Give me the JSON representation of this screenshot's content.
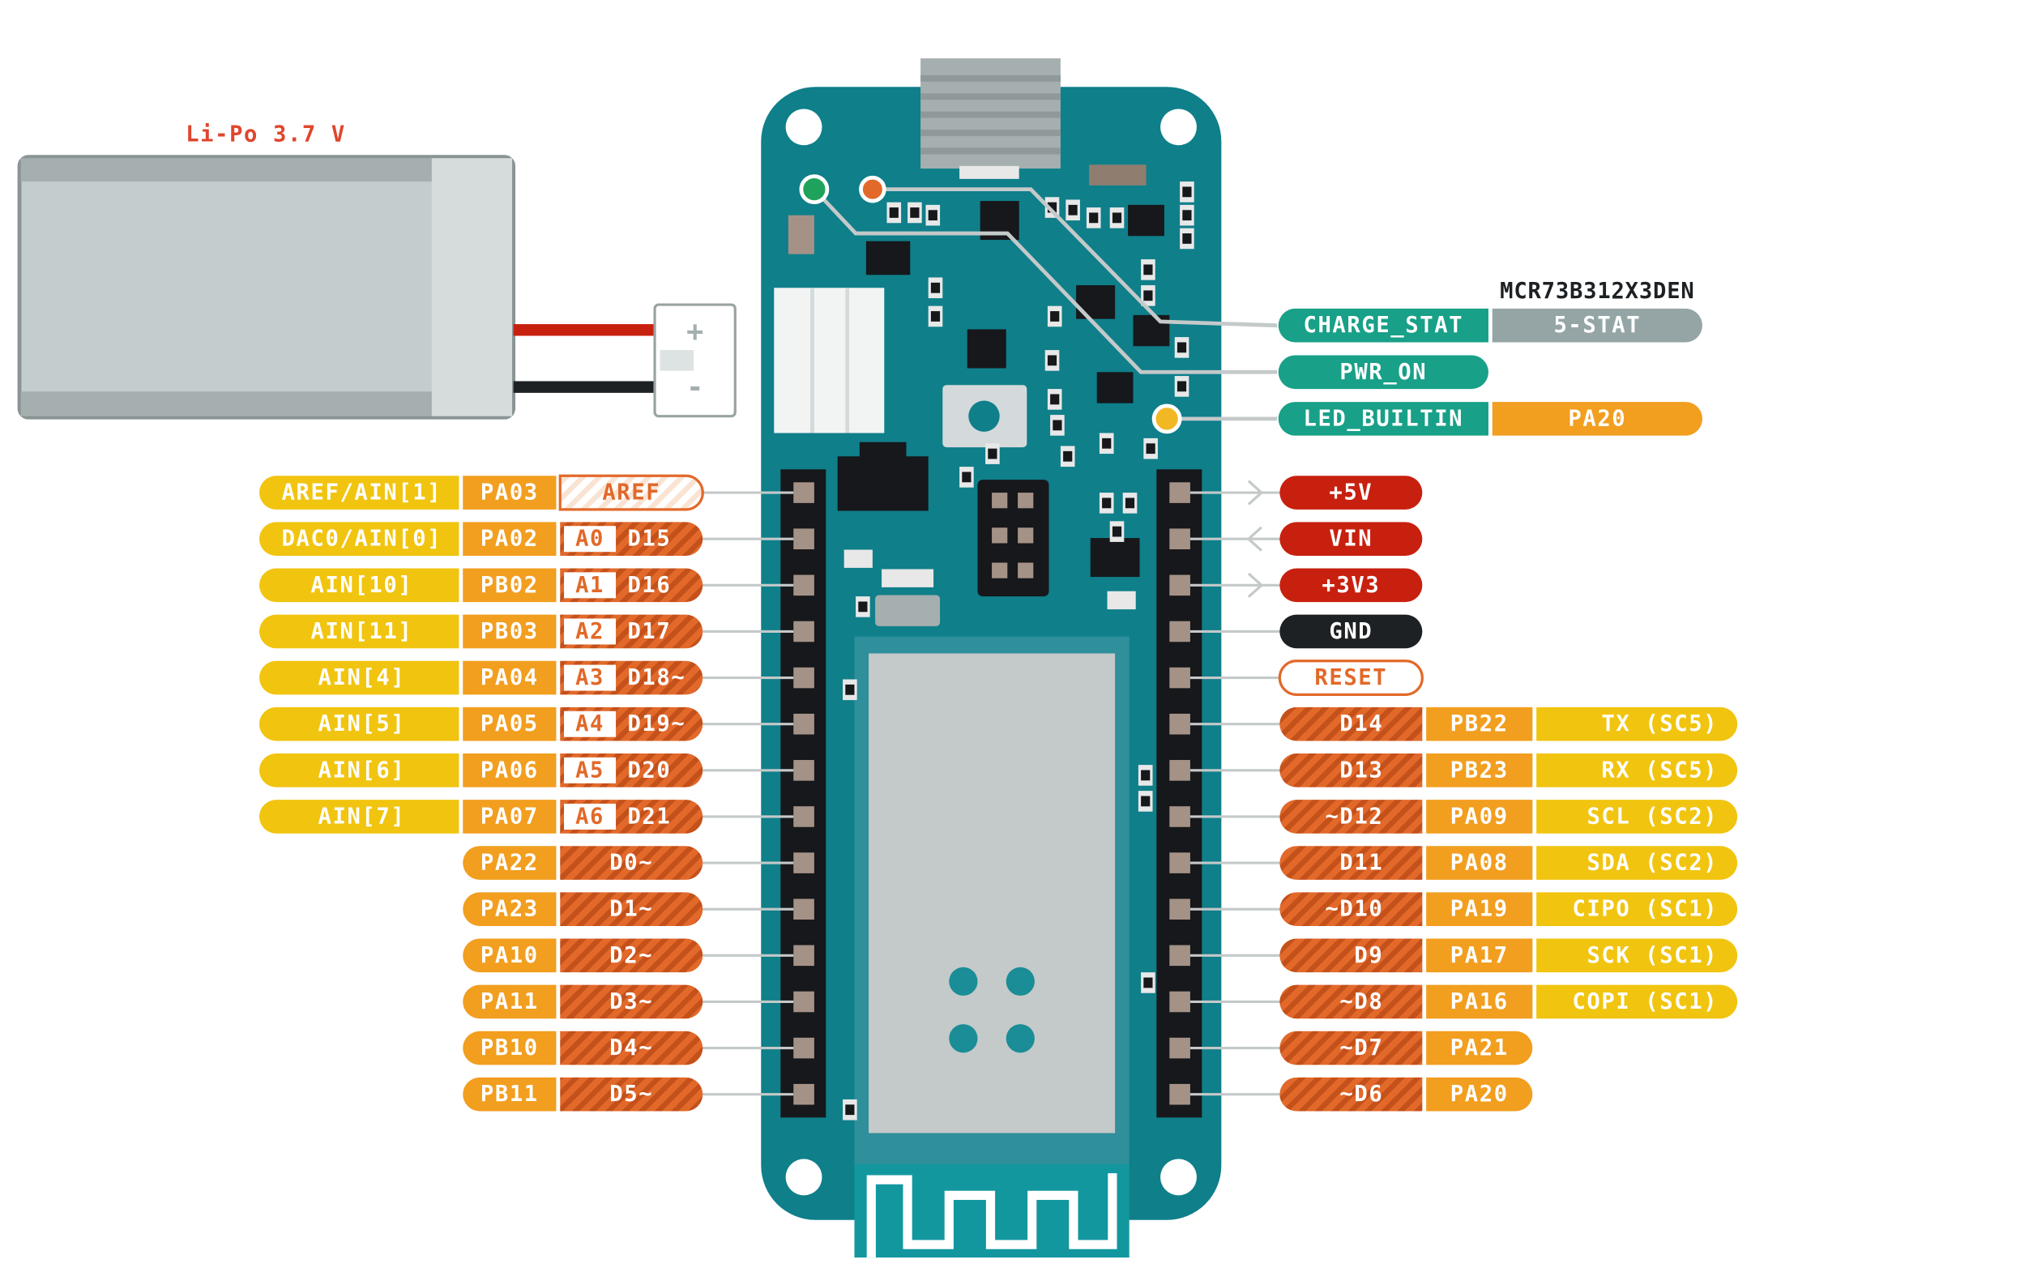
{
  "battery": {
    "label": "Li-Po 3.7 V",
    "plus": "+",
    "minus": "-"
  },
  "chip_label": "MCR73B312X3DEN",
  "colors": {
    "board": "#0f7f8a",
    "board_dark": "#0a5f68",
    "header": "#16181b",
    "yellow": "#f1c40f",
    "orange": "#f29e1f",
    "digital": "#e2692a",
    "teal": "#18a088",
    "gray": "#95a5a6",
    "power_red": "#c8200f",
    "gnd": "#1d2124",
    "label_text": "#ffffff",
    "aref_text": "#e2692a",
    "led_green": "#1fa35c",
    "led_orange": "#e2692a",
    "led_yellow": "#f2b824"
  },
  "status_pins": [
    {
      "name": "CHARGE_STAT",
      "extra": "5-STAT",
      "kind": "teal"
    },
    {
      "name": "PWR_ON",
      "extra": "",
      "kind": "teal"
    },
    {
      "name": "LED_BUILTIN",
      "extra": "PA20",
      "kind": "teal"
    }
  ],
  "left_pins": [
    {
      "func": "AREF/AIN[1]",
      "port": "PA03",
      "analog": "",
      "digital": "AREF"
    },
    {
      "func": "DAC0/AIN[0]",
      "port": "PA02",
      "analog": "A0",
      "digital": "D15"
    },
    {
      "func": "AIN[10]",
      "port": "PB02",
      "analog": "A1",
      "digital": "D16"
    },
    {
      "func": "AIN[11]",
      "port": "PB03",
      "analog": "A2",
      "digital": "D17"
    },
    {
      "func": "AIN[4]",
      "port": "PA04",
      "analog": "A3",
      "digital": "D18~"
    },
    {
      "func": "AIN[5]",
      "port": "PA05",
      "analog": "A4",
      "digital": "D19~"
    },
    {
      "func": "AIN[6]",
      "port": "PA06",
      "analog": "A5",
      "digital": "D20"
    },
    {
      "func": "AIN[7]",
      "port": "PA07",
      "analog": "A6",
      "digital": "D21"
    },
    {
      "func": "",
      "port": "PA22",
      "analog": "",
      "digital": "D0~"
    },
    {
      "func": "",
      "port": "PA23",
      "analog": "",
      "digital": "D1~"
    },
    {
      "func": "",
      "port": "PA10",
      "analog": "",
      "digital": "D2~"
    },
    {
      "func": "",
      "port": "PA11",
      "analog": "",
      "digital": "D3~"
    },
    {
      "func": "",
      "port": "PB10",
      "analog": "",
      "digital": "D4~"
    },
    {
      "func": "",
      "port": "PB11",
      "analog": "",
      "digital": "D5~"
    }
  ],
  "right_pins": [
    {
      "label": "+5V",
      "port": "",
      "func": "",
      "kind": "power",
      "arrow": "out"
    },
    {
      "label": "VIN",
      "port": "",
      "func": "",
      "kind": "power",
      "arrow": "in"
    },
    {
      "label": "+3V3",
      "port": "",
      "func": "",
      "kind": "power",
      "arrow": "out"
    },
    {
      "label": "GND",
      "port": "",
      "func": "",
      "kind": "gnd",
      "arrow": ""
    },
    {
      "label": "RESET",
      "port": "",
      "func": "",
      "kind": "reset",
      "arrow": ""
    },
    {
      "label": "D14",
      "port": "PB22",
      "func": "TX (SC5)",
      "kind": "digital",
      "arrow": ""
    },
    {
      "label": "D13",
      "port": "PB23",
      "func": "RX (SC5)",
      "kind": "digital",
      "arrow": ""
    },
    {
      "label": "~D12",
      "port": "PA09",
      "func": "SCL (SC2)",
      "kind": "digital",
      "arrow": ""
    },
    {
      "label": "D11",
      "port": "PA08",
      "func": "SDA (SC2)",
      "kind": "digital",
      "arrow": ""
    },
    {
      "label": "~D10",
      "port": "PA19",
      "func": "CIPO (SC1)",
      "kind": "digital",
      "arrow": ""
    },
    {
      "label": "D9",
      "port": "PA17",
      "func": "SCK (SC1)",
      "kind": "digital",
      "arrow": ""
    },
    {
      "label": "~D8",
      "port": "PA16",
      "func": "COPI (SC1)",
      "kind": "digital",
      "arrow": ""
    },
    {
      "label": "~D7",
      "port": "PA21",
      "func": "",
      "kind": "digital",
      "arrow": ""
    },
    {
      "label": "~D6",
      "port": "PA20",
      "func": "",
      "kind": "digital",
      "arrow": ""
    }
  ]
}
